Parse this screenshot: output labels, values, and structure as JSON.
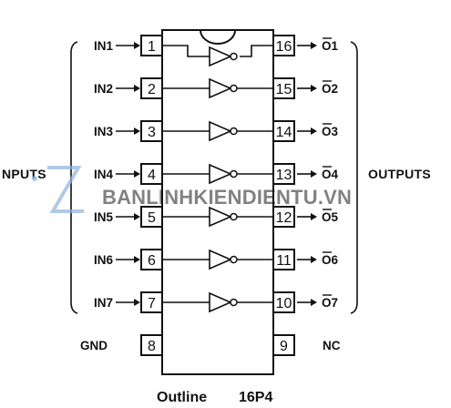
{
  "group_labels": {
    "inputs": "NPUTS",
    "outputs": "OUTPUTS"
  },
  "left_pins": [
    {
      "number": "1",
      "label": "IN1",
      "arrow": true,
      "gate": true
    },
    {
      "number": "2",
      "label": "IN2",
      "arrow": true,
      "gate": true
    },
    {
      "number": "3",
      "label": "IN3",
      "arrow": true,
      "gate": true
    },
    {
      "number": "4",
      "label": "IN4",
      "arrow": true,
      "gate": true
    },
    {
      "number": "5",
      "label": "IN5",
      "arrow": true,
      "gate": true
    },
    {
      "number": "6",
      "label": "IN6",
      "arrow": true,
      "gate": true
    },
    {
      "number": "7",
      "label": "IN7",
      "arrow": true,
      "gate": true
    },
    {
      "number": "8",
      "label": "GND",
      "arrow": false,
      "gate": false
    }
  ],
  "right_pins": [
    {
      "number": "16",
      "label": "O1",
      "overline": true,
      "arrow": true
    },
    {
      "number": "15",
      "label": "O2",
      "overline": true,
      "arrow": true
    },
    {
      "number": "14",
      "label": "O3",
      "overline": true,
      "arrow": true
    },
    {
      "number": "13",
      "label": "O4",
      "overline": true,
      "arrow": true
    },
    {
      "number": "12",
      "label": "O5",
      "overline": true,
      "arrow": true
    },
    {
      "number": "11",
      "label": "O6",
      "overline": true,
      "arrow": true
    },
    {
      "number": "10",
      "label": "O7",
      "overline": true,
      "arrow": true
    },
    {
      "number": "9",
      "label": "NC",
      "overline": false,
      "arrow": false
    }
  ],
  "package_caption": {
    "prefix": "Outline",
    "code": "16P4"
  },
  "watermark": "BANLINHKIENDIENTU.VN",
  "colors": {
    "ink": "#111111",
    "watermark": "#8fb3dc",
    "background": "#ffffff"
  }
}
